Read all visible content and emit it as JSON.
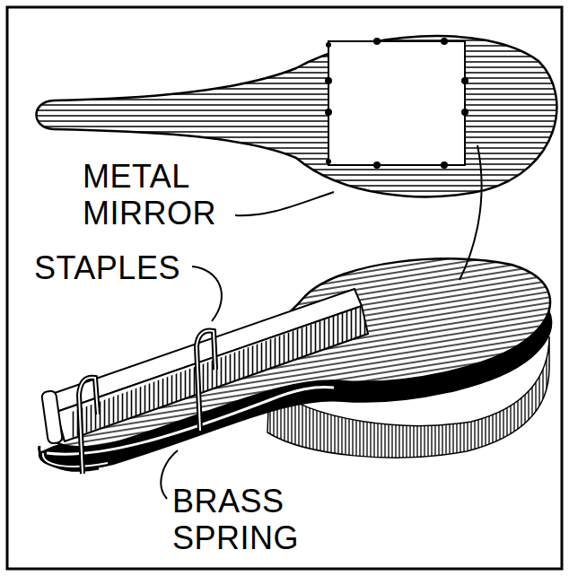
{
  "diagram": {
    "labels": [
      "METAL MIRROR",
      "STAPLES",
      "BRASS SPRING"
    ]
  }
}
